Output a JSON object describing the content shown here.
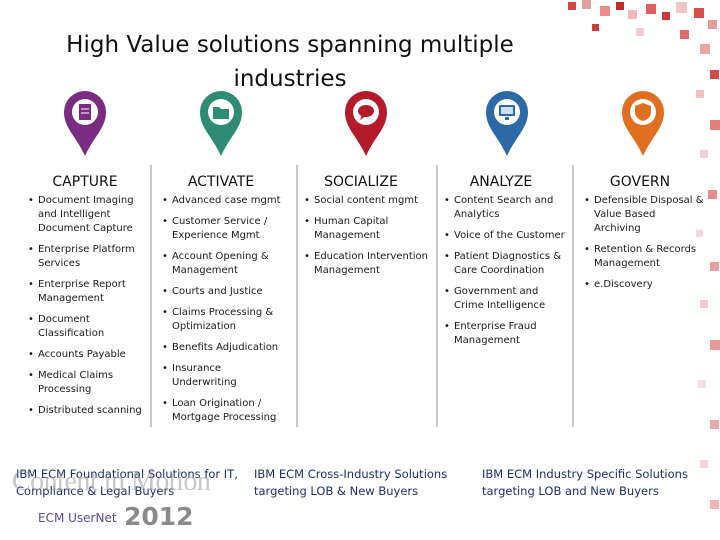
{
  "title": "High Value solutions spanning multiple industries",
  "colors": {
    "capture": "#7a2c83",
    "activate": "#2e8b74",
    "socialize": "#b31b2b",
    "analyze": "#2b6aa6",
    "govern": "#e0701f"
  },
  "columns": [
    {
      "heading": "CAPTURE",
      "icon": "document-icon",
      "items": [
        "Document Imaging and Intelligent Document Capture",
        "Enterprise Platform Services",
        "Enterprise Report Management",
        "Document Classification",
        "Accounts Payable",
        "Medical Claims Processing",
        "Distributed scanning"
      ]
    },
    {
      "heading": "ACTIVATE",
      "icon": "folder-icon",
      "items": [
        "Advanced case mgmt",
        "Customer Service / Experience Mgmt",
        "Account Opening & Management",
        "Courts and Justice",
        "Claims Processing & Optimization",
        "Benefits Adjudication",
        "Insurance Underwriting",
        "Loan Origination / Mortgage Processing"
      ]
    },
    {
      "heading": "SOCIALIZE",
      "icon": "chat-bubble-icon",
      "items": [
        "Social content mgmt",
        "Human Capital Management",
        "Education Intervention Management"
      ]
    },
    {
      "heading": "ANALYZE",
      "icon": "monitor-icon",
      "items": [
        "Content Search and Analytics",
        "Voice of the Customer",
        "Patient Diagnostics & Care Coordination",
        "Government and Crime Intelligence",
        "Enterprise Fraud Management"
      ]
    },
    {
      "heading": "GOVERN",
      "icon": "shield-icon",
      "items": [
        "Defensible Disposal & Value Based Archiving",
        "Retention & Records Management",
        "e.Discovery"
      ]
    }
  ],
  "footers": [
    "IBM ECM Foundational Solutions for IT, Compliance & Legal Buyers",
    "IBM ECM Cross-Industry Solutions targeting LOB & New Buyers",
    "IBM ECM Industry Specific Solutions targeting LOB and New Buyers"
  ],
  "branding": {
    "line1": "Content in Motion",
    "line2": "ECM UserNet",
    "year": "2012"
  }
}
